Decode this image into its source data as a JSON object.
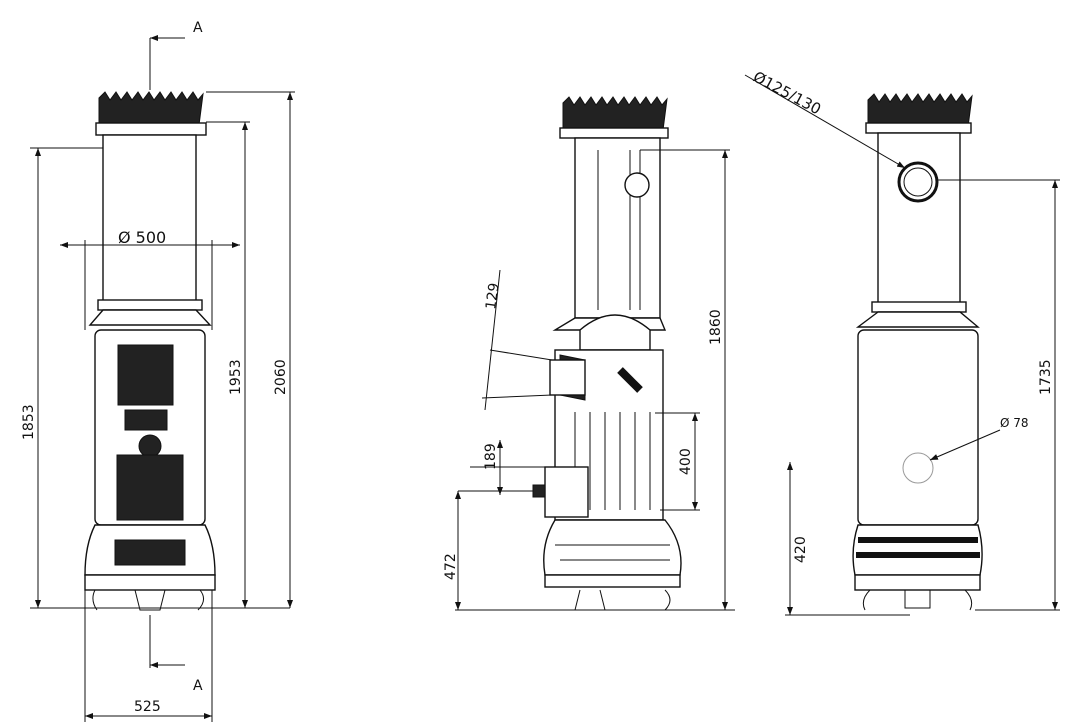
{
  "views": {
    "front": {
      "section_label_top": "A",
      "section_label_bottom": "A",
      "diameter": "Ø 500",
      "height_1853": "1853",
      "height_1953": "1953",
      "height_2060": "2060",
      "width": "525"
    },
    "side_section": {
      "dim_129": "129",
      "dim_189": "189",
      "dim_472": "472",
      "dim_400": "400",
      "dim_1860": "1860"
    },
    "rear": {
      "flue_diameter": "Ø125/130",
      "air_inlet_diameter": "Ø 78",
      "height_1735": "1735",
      "height_420": "420"
    }
  },
  "colors": {
    "line": "#111111",
    "background": "#ffffff"
  }
}
